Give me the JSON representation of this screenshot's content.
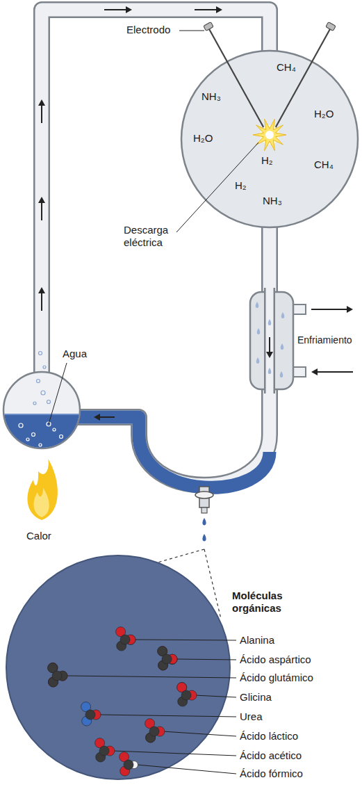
{
  "diagram": {
    "nodes": [
      {
        "text": [
          "CH₄",
          "NH₃",
          "H₂O",
          "H₂O",
          "H₂",
          "CH₄",
          "H₂",
          "NH₃"
        ]
      },
      {
        "text": [
          "Moléculas orgánicas"
        ]
      }
    ],
    "labels": [
      "Electrodo",
      "Descarga eléctrica",
      "Enfriamiento",
      "Agua",
      "Calor",
      "Alanina",
      "Ácido aspártico",
      "Ácido glutámico",
      "Glicina",
      "Urea",
      "Ácido láctico",
      "Ácido acético",
      "Ácido fórmico"
    ]
  }
}
